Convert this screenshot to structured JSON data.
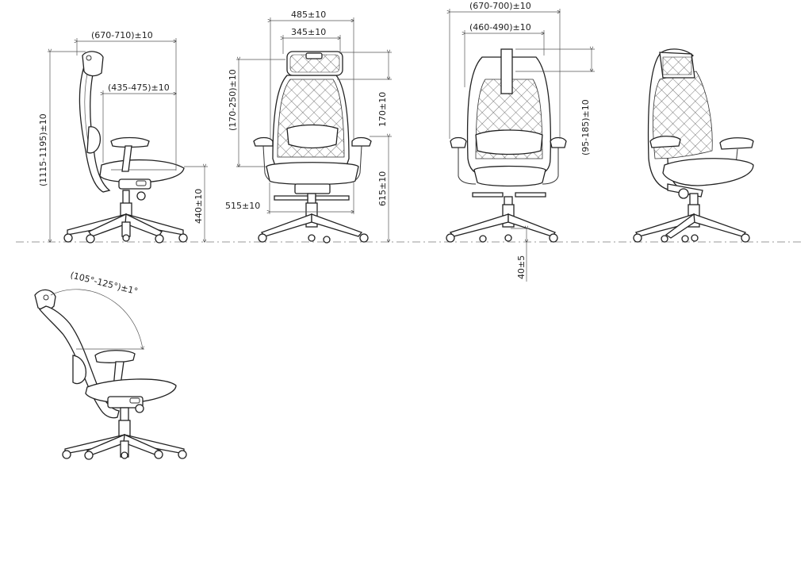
{
  "dimensions": {
    "side_width": "(670-710)±10",
    "side_depth": "(435-475)±10",
    "total_height": "(1115-1195)±10",
    "seat_height": "440±10",
    "front_width": "485±10",
    "headrest_width": "345±10",
    "headrest_adjust": "(170-250)±10",
    "headrest_gap": "170±10",
    "seat_width": "515±10",
    "arm_height": "615±10",
    "back_width": "(670-700)±10",
    "back_inner_width": "(460-490)±10",
    "back_adjust": "(95-185)±10",
    "caster_height": "40±5",
    "recline_angle": "(105°-125°)±1°"
  }
}
